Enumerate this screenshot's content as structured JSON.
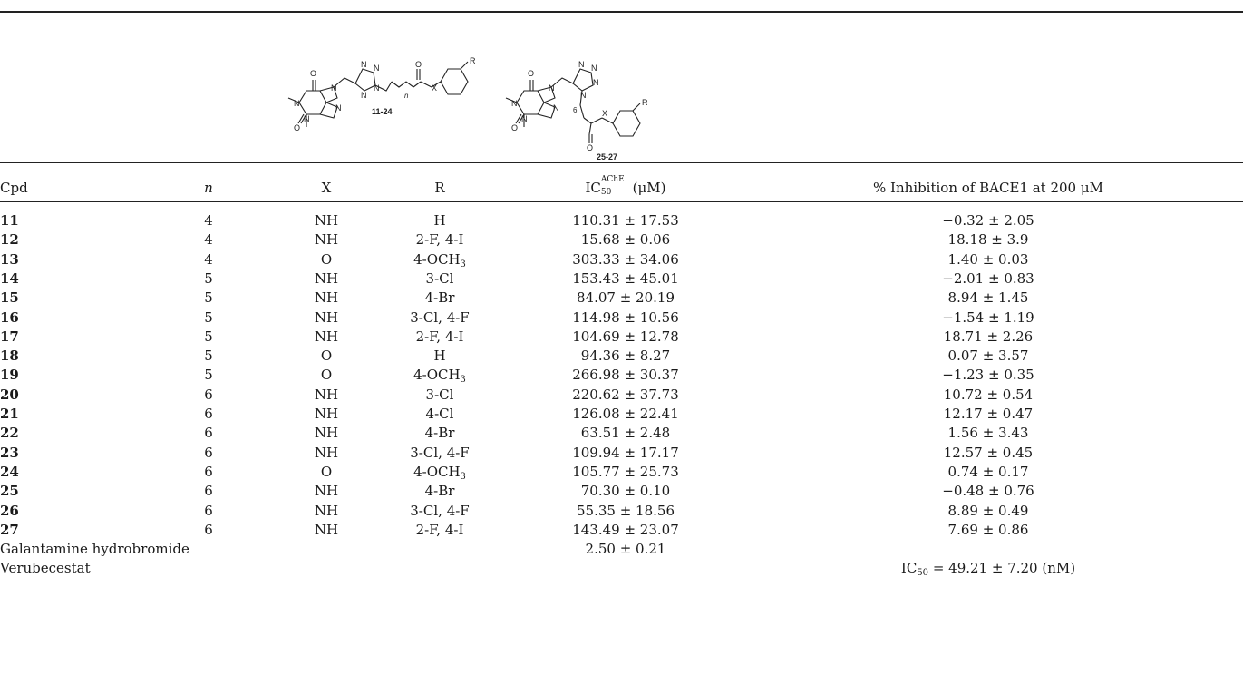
{
  "structures": {
    "left_label": "11-24",
    "right_label": "25-27",
    "atoms": {
      "O": "O",
      "N": "N",
      "X": "X",
      "R": "R",
      "n": "n",
      "six": "6"
    }
  },
  "headers": {
    "cpd": "Cpd",
    "n": "n",
    "x": "X",
    "r": "R",
    "ic50_prefix": "IC",
    "ic50_sup": "AChE",
    "ic50_sub": "50",
    "ic50_unit": " (μM)",
    "bace": "% Inhibition of BACE1 at 200 μM"
  },
  "rows": [
    {
      "cpd": "11",
      "n": "4",
      "x": "NH",
      "r": "H",
      "r_sub": "",
      "ic50": "110.31 ± 17.53",
      "bace": "−0.32 ± 2.05"
    },
    {
      "cpd": "12",
      "n": "4",
      "x": "NH",
      "r": "2-F, 4-I",
      "r_sub": "",
      "ic50": "15.68 ± 0.06",
      "bace": "18.18 ± 3.9"
    },
    {
      "cpd": "13",
      "n": "4",
      "x": "O",
      "r": "4-OCH",
      "r_sub": "3",
      "ic50": "303.33 ± 34.06",
      "bace": "1.40 ± 0.03"
    },
    {
      "cpd": "14",
      "n": "5",
      "x": "NH",
      "r": "3-Cl",
      "r_sub": "",
      "ic50": "153.43 ± 45.01",
      "bace": "−2.01 ± 0.83"
    },
    {
      "cpd": "15",
      "n": "5",
      "x": "NH",
      "r": "4-Br",
      "r_sub": "",
      "ic50": "84.07 ± 20.19",
      "bace": "8.94 ± 1.45"
    },
    {
      "cpd": "16",
      "n": "5",
      "x": "NH",
      "r": "3-Cl, 4-F",
      "r_sub": "",
      "ic50": "114.98 ± 10.56",
      "bace": "−1.54 ± 1.19"
    },
    {
      "cpd": "17",
      "n": "5",
      "x": "NH",
      "r": "2-F, 4-I",
      "r_sub": "",
      "ic50": "104.69 ± 12.78",
      "bace": "18.71 ± 2.26"
    },
    {
      "cpd": "18",
      "n": "5",
      "x": "O",
      "r": "H",
      "r_sub": "",
      "ic50": "94.36 ± 8.27",
      "bace": "0.07 ± 3.57"
    },
    {
      "cpd": "19",
      "n": "5",
      "x": "O",
      "r": "4-OCH",
      "r_sub": "3",
      "ic50": "266.98 ± 30.37",
      "bace": "−1.23 ± 0.35"
    },
    {
      "cpd": "20",
      "n": "6",
      "x": "NH",
      "r": "3-Cl",
      "r_sub": "",
      "ic50": "220.62 ± 37.73",
      "bace": "10.72 ± 0.54"
    },
    {
      "cpd": "21",
      "n": "6",
      "x": "NH",
      "r": "4-Cl",
      "r_sub": "",
      "ic50": "126.08 ± 22.41",
      "bace": "12.17 ± 0.47"
    },
    {
      "cpd": "22",
      "n": "6",
      "x": "NH",
      "r": "4-Br",
      "r_sub": "",
      "ic50": "63.51 ± 2.48",
      "bace": "1.56 ± 3.43"
    },
    {
      "cpd": "23",
      "n": "6",
      "x": "NH",
      "r": "3-Cl, 4-F",
      "r_sub": "",
      "ic50": "109.94 ± 17.17",
      "bace": "12.57 ± 0.45"
    },
    {
      "cpd": "24",
      "n": "6",
      "x": "O",
      "r": "4-OCH",
      "r_sub": "3",
      "ic50": "105.77 ± 25.73",
      "bace": "0.74 ± 0.17"
    },
    {
      "cpd": "25",
      "n": "6",
      "x": "NH",
      "r": "4-Br",
      "r_sub": "",
      "ic50": "70.30 ± 0.10",
      "bace": "−0.48 ± 0.76"
    },
    {
      "cpd": "26",
      "n": "6",
      "x": "NH",
      "r": "3-Cl, 4-F",
      "r_sub": "",
      "ic50": "55.35 ± 18.56",
      "bace": "8.89 ± 0.49"
    },
    {
      "cpd": "27",
      "n": "6",
      "x": "NH",
      "r": "2-F, 4-I",
      "r_sub": "",
      "ic50": "143.49 ± 23.07",
      "bace": "7.69 ± 0.86"
    }
  ],
  "reference_rows": [
    {
      "cpd": "Galantamine hydrobromide",
      "ic50": "2.50 ± 0.21",
      "bace_prefix": "",
      "bace_sub": "",
      "bace": ""
    },
    {
      "cpd": "Verubecestat",
      "ic50": "",
      "bace_prefix": "IC",
      "bace_sub": "50",
      "bace": " = 49.21 ± 7.20 (nM)"
    }
  ]
}
